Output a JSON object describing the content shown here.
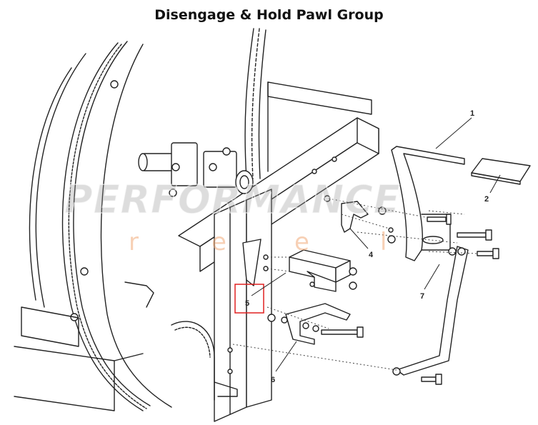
{
  "title": "Disengage & Hold Pawl Group",
  "watermark": {
    "main": "PERFORMANCE",
    "letters": [
      "r",
      "e",
      "e",
      "l"
    ],
    "main_color": "#9a9a9a",
    "letters_color": "#f0a070"
  },
  "callouts": [
    {
      "id": "1",
      "label": "1"
    },
    {
      "id": "2",
      "label": "2"
    },
    {
      "id": "4",
      "label": "4"
    },
    {
      "id": "5",
      "label": "5",
      "highlighted": true
    },
    {
      "id": "6",
      "label": "6"
    },
    {
      "id": "7",
      "label": "7"
    }
  ],
  "colors": {
    "line": "#222222",
    "highlight": "#e02020",
    "background": "#ffffff"
  }
}
